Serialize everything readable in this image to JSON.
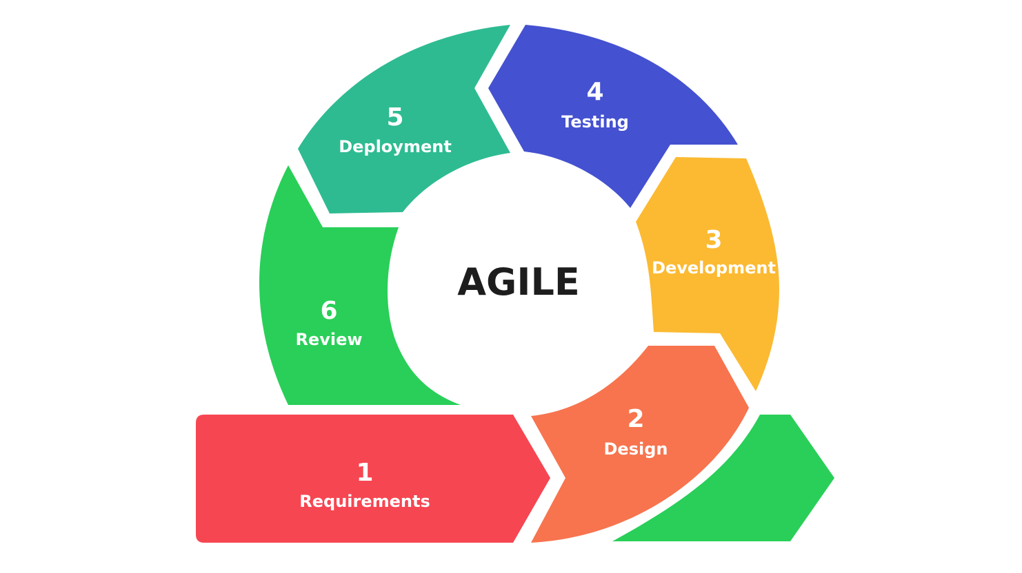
{
  "diagram": {
    "center_label": "AGILE",
    "stages": [
      {
        "number": "1",
        "label": "Requirements",
        "color": "#f64652"
      },
      {
        "number": "2",
        "label": "Design",
        "color": "#f7744e"
      },
      {
        "number": "3",
        "label": "Development",
        "color": "#fbba32"
      },
      {
        "number": "4",
        "label": "Testing",
        "color": "#4451d0"
      },
      {
        "number": "5",
        "label": "Deployment",
        "color": "#2ebb91"
      },
      {
        "number": "6",
        "label": "Review",
        "color": "#29cf58"
      }
    ],
    "exit_arrow_color": "#29cf58"
  }
}
